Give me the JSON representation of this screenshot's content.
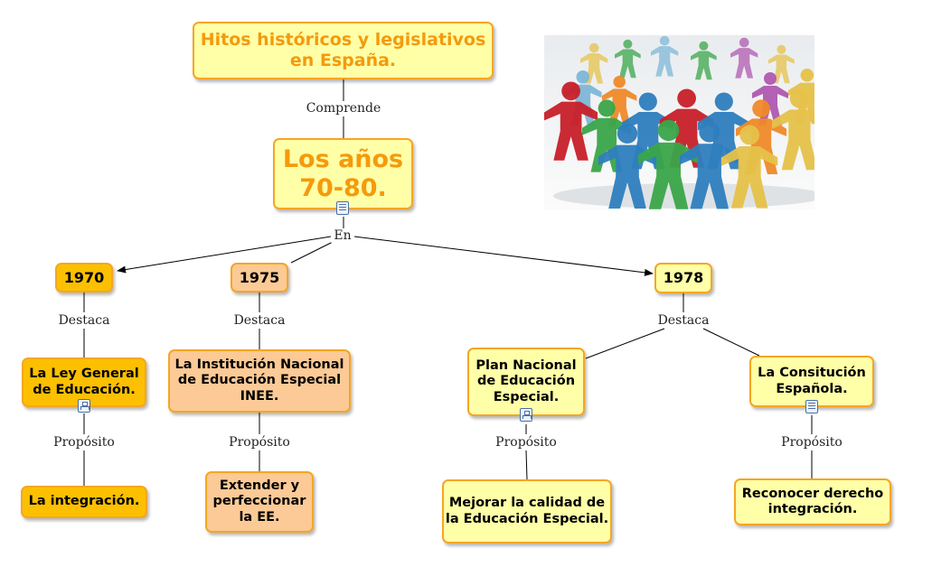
{
  "colors": {
    "border": "#f5a623",
    "pale_fill": "#ffffa8",
    "orange_fill": "#fcc000",
    "peach_fill": "#fcca96",
    "title_text": "#f59a0b",
    "link": "#000000"
  },
  "nodes": {
    "title": "Hitos históricos y legislativos en España.",
    "decades": "Los años 70-80.",
    "y1970": "1970",
    "y1975": "1975",
    "y1978": "1978",
    "ley_general": "La Ley General de Educación.",
    "inee": "La Institución Nacional de Educación Especial INEE.",
    "plan_nacional": "Plan Nacional de Educación Especial.",
    "constitucion": "La Consitución Española.",
    "integracion": "La integración.",
    "extender": "Extender y perfeccionar la EE.",
    "mejorar": "Mejorar la calidad de la Educación Especial.",
    "reconocer": "Reconocer derecho integración."
  },
  "links": {
    "comprende": "Comprende",
    "en": "En",
    "destaca_1970": "Destaca",
    "destaca_1975": "Destaca",
    "destaca_1978": "Destaca",
    "proposito_ley": "Propósito",
    "proposito_inee": "Propósito",
    "proposito_plan": "Propósito",
    "proposito_const": "Propósito"
  },
  "icons": {
    "decades_attachment": "document-icon",
    "ley_attachment": "concept-map-icon",
    "plan_attachment": "concept-map-icon",
    "const_attachment": "document-icon"
  },
  "image": {
    "subject": "paper-people-circle",
    "figure_colors": [
      "#c8202a",
      "#2f7fbf",
      "#3aa64a",
      "#e6c24a",
      "#b05ab0",
      "#7fb8d8",
      "#f08a2a"
    ]
  }
}
